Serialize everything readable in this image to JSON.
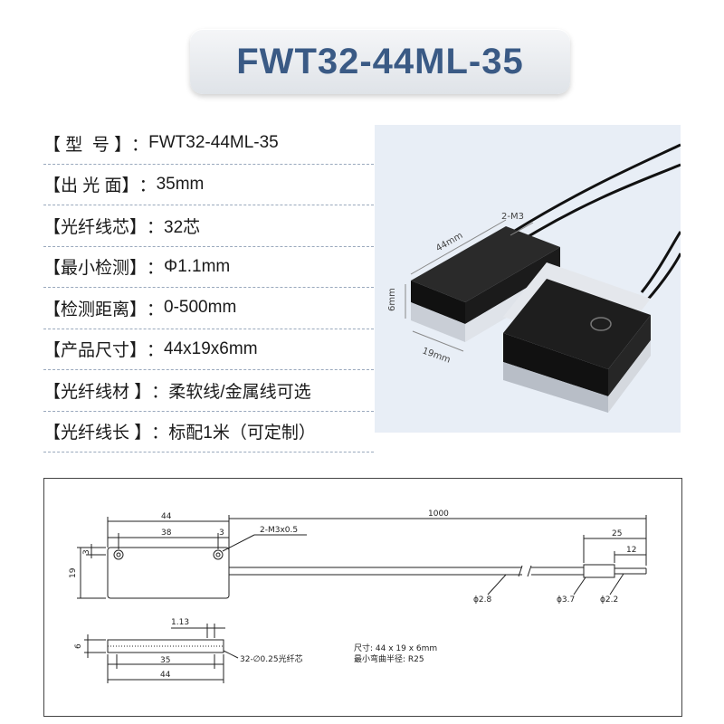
{
  "title": "FWT32-44ML-35",
  "specs": [
    {
      "label": "【 型  号 】",
      "value": "FWT32-44ML-35"
    },
    {
      "label": "【出 光 面】",
      "value": "35mm"
    },
    {
      "label": "【光纤线芯】",
      "value": "32芯"
    },
    {
      "label": "【最小检测】",
      "value": "Φ1.1mm"
    },
    {
      "label": "【检测距离】",
      "value": "0-500mm"
    },
    {
      "label": "【产品尺寸】",
      "value": "44x19x6mm"
    },
    {
      "label": "【光纤线材 】",
      "value": "柔软线/金属线可选"
    },
    {
      "label": "【光纤线长 】",
      "value": "标配1米（可定制）"
    }
  ],
  "photo_labels": {
    "hole": "2-M3",
    "length": "44mm",
    "height": "6mm",
    "width": "19mm"
  },
  "drawing": {
    "dim_44": "44",
    "dim_38": "38",
    "dim_3_top": "3",
    "dim_3_left": "3",
    "dim_19": "19",
    "hole_note": "2-M3x0.5",
    "dim_1000": "1000",
    "dim_25": "25",
    "dim_12": "12",
    "dia_2_8": "ϕ2.8",
    "dia_3_7": "ϕ3.7",
    "dia_2_2": "ϕ2.2",
    "dim_1_13": "1.13",
    "dim_6": "6",
    "dim_35": "35",
    "dim_44_bottom": "44",
    "core_note": "32-∅0.25光纤芯",
    "size_note": "尺寸:  44 x 19 x 6mm",
    "bend_note": "最小弯曲半径:   R25"
  }
}
